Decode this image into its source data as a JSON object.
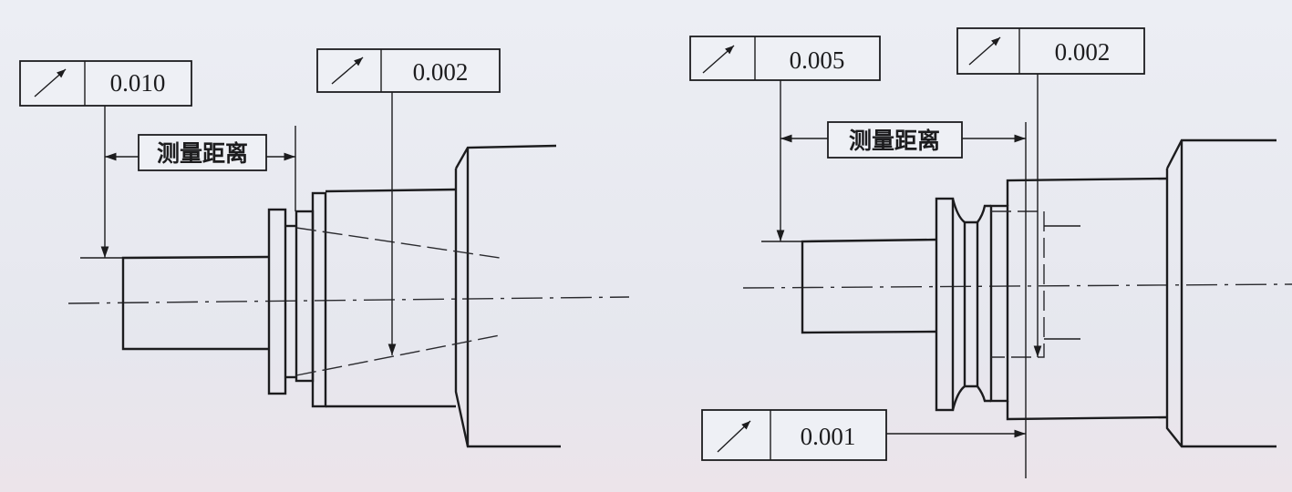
{
  "left_drawing": {
    "tolerance_frame_1": {
      "symbol": "circular-runout-arrow",
      "value": "0.010"
    },
    "tolerance_frame_2": {
      "symbol": "circular-runout-arrow",
      "value": "0.002"
    },
    "measure_label": "测量距离"
  },
  "right_drawing": {
    "tolerance_frame_1": {
      "symbol": "circular-runout-arrow",
      "value": "0.005"
    },
    "tolerance_frame_2": {
      "symbol": "circular-runout-arrow",
      "value": "0.002"
    },
    "tolerance_frame_3": {
      "symbol": "circular-runout-arrow",
      "value": "0.001"
    },
    "measure_label": "测量距离"
  }
}
